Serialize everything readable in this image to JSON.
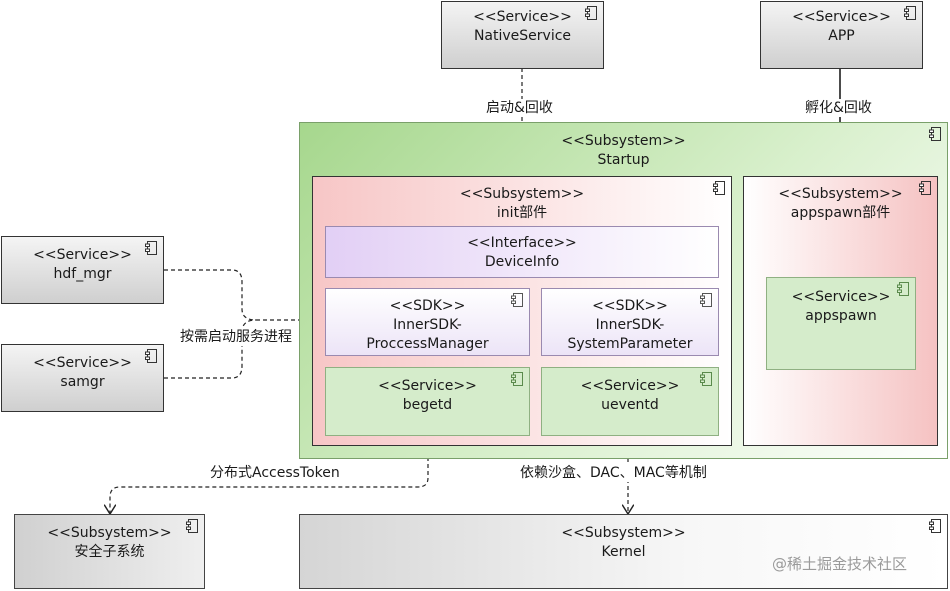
{
  "nodes": {
    "native_service": {
      "stereotype": "<<Service>>",
      "name": "NativeService"
    },
    "app": {
      "stereotype": "<<Service>>",
      "name": "APP"
    },
    "startup": {
      "stereotype": "<<Subsystem>>",
      "name": "Startup"
    },
    "init": {
      "stereotype": "<<Subsystem>>",
      "name": "init部件"
    },
    "appspawn_part": {
      "stereotype": "<<Subsystem>>",
      "name": "appspawn部件"
    },
    "device_info": {
      "stereotype": "<<Interface>>",
      "name": "DeviceInfo"
    },
    "sdk_process": {
      "stereotype": "<<SDK>>",
      "name1": "InnerSDK-",
      "name2": "ProccessManager"
    },
    "sdk_system": {
      "stereotype": "<<SDK>>",
      "name1": "InnerSDK-",
      "name2": "SystemParameter"
    },
    "begetd": {
      "stereotype": "<<Service>>",
      "name": "begetd"
    },
    "ueventd": {
      "stereotype": "<<Service>>",
      "name": "ueventd"
    },
    "appspawn_svc": {
      "stereotype": "<<Service>>",
      "name": "appspawn"
    },
    "hdf_mgr": {
      "stereotype": "<<Service>>",
      "name": "hdf_mgr"
    },
    "samgr": {
      "stereotype": "<<Service>>",
      "name": "samgr"
    },
    "security": {
      "stereotype": "<<Subsystem>>",
      "name": "安全子系统"
    },
    "kernel": {
      "stereotype": "<<Subsystem>>",
      "name": "Kernel"
    }
  },
  "edges": {
    "start_recycle": "启动&回收",
    "incubate_recycle": "孵化&回收",
    "on_demand": "按需启动服务进程",
    "distributed_token": "分布式AccessToken",
    "depends_on": "依赖沙盒、DAC、MAC等机制"
  },
  "watermark": "@稀土掘金技术社区",
  "icon": "component-icon"
}
